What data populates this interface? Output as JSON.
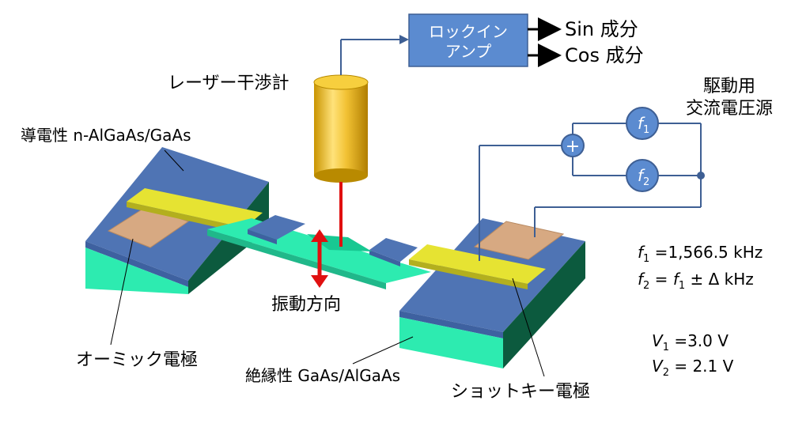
{
  "labels": {
    "laser_interferometer": "レーザー干渉計",
    "lockin_line1": "ロックイン",
    "lockin_line2": "アンプ",
    "sin_output": "Sin 成分",
    "cos_output": "Cos 成分",
    "drive_source_line1": "駆動用",
    "drive_source_line2": "交流電圧源",
    "conductive_layer": "導電性 n-AlGaAs/GaAs",
    "vibration_direction": "振動方向",
    "ohmic_electrode": "オーミック電極",
    "insulating_layer": "絶縁性 GaAs/AlGaAs",
    "schottky_electrode": "ショットキー電極",
    "adder_symbol": "+"
  },
  "sources": {
    "f1_symbol": "f",
    "f1_sub": "1",
    "f2_symbol": "f",
    "f2_sub": "2"
  },
  "params": {
    "f1_lhs": "f",
    "f1_lhs_sub": "1",
    "f1_value": " =1,566.5 kHz",
    "f2_lhs": "f",
    "f2_lhs_sub": "2",
    "f2_eq": " = ",
    "f2_rhs": "f",
    "f2_rhs_sub": "1",
    "f2_value": " ± Δ kHz",
    "v1_lhs": "V",
    "v1_sub": "1",
    "v1_value": " =3.0 V",
    "v2_lhs": "V",
    "v2_sub": "2",
    "v2_value": " = 2.1 V"
  },
  "colors": {
    "conductive_blue": "#4F74B4",
    "insulating_green": "#2DEBB0",
    "schottky_yellow": "#E6E332",
    "ohmic_copper": "#D7A982",
    "laser_red": "#E01010",
    "lockin_box": "#5B8BD0",
    "wire": "#3E5F94"
  }
}
